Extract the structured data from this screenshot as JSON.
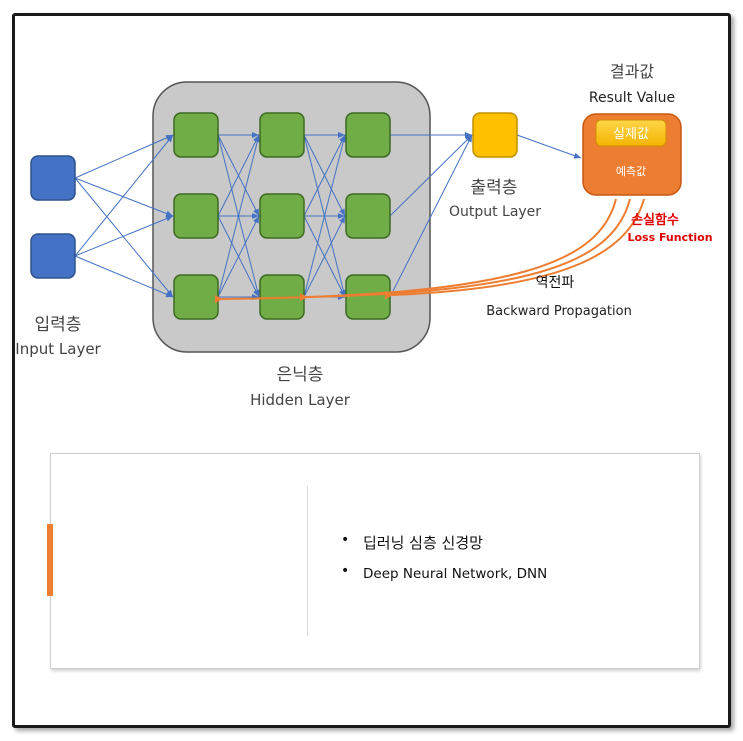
{
  "input_layer": {
    "label_ko": "입력층",
    "label_en": "Input Layer"
  },
  "hidden_layer": {
    "label_ko": "은닉층",
    "label_en": "Hidden Layer"
  },
  "output_layer": {
    "label_ko": "출력층",
    "label_en": "Output Layer"
  },
  "result": {
    "label_ko": "결과값",
    "label_en": "Result Value",
    "actual_label": "실제값",
    "predicted_label": "예측값"
  },
  "loss": {
    "label_ko": "손실함수",
    "label_en": "Loss Function"
  },
  "backprop": {
    "label_ko": "역전파",
    "label_en": "Backward Propagation"
  },
  "card": {
    "items": [
      "딥러닝 심층 신경망",
      "Deep Neural Network, DNN"
    ]
  },
  "colors": {
    "input_node": "#4472c4",
    "hidden_node": "#70ad47",
    "output_node": "#ffc000",
    "result_box": "#ed7d31",
    "hidden_panel": "#c9c9c9",
    "edge": "#4472c4",
    "backprop_arrow": "#ed7d31",
    "loss_text": "#e00000"
  }
}
